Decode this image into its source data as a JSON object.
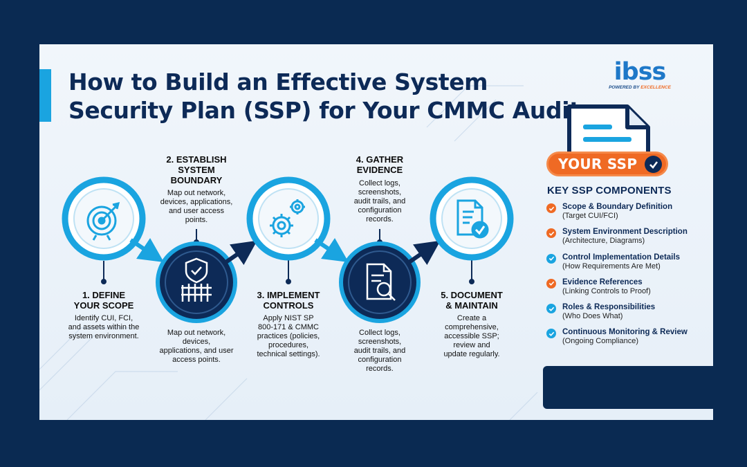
{
  "title": {
    "line1": "How to Build an Effective System",
    "line2": "Security Plan (SSP) for Your CMMC Audit"
  },
  "logo": {
    "word": "ibss",
    "tagline_prefix": "POWERED BY ",
    "tagline_emphasis": "EXCELLENCE"
  },
  "steps": [
    {
      "title_line1": "1. DEFINE",
      "title_line2": "YOUR SCOPE",
      "desc": [
        "Identify CUI, FCI,",
        "and assets within the",
        "system environment."
      ],
      "icon": "target-icon"
    },
    {
      "title_line1": "2. ESTABLISH",
      "title_line2": "SYSTEM",
      "title_line3": "BOUNDARY",
      "desc_top": [
        "Map out network,",
        "devices, applications,",
        "and user access",
        "points."
      ],
      "desc_bottom": [
        "Map out network,",
        "devices,",
        "applications, and user",
        "access points."
      ],
      "icon": "shield-fence-icon"
    },
    {
      "title_line1": "3. IMPLEMENT",
      "title_line2": "CONTROLS",
      "desc": [
        "Apply NIST SP",
        "800-171 & CMMC",
        "practices (policies,",
        "procedures,",
        "technical settings)."
      ],
      "icon": "gears-icon"
    },
    {
      "title_line1": "4. GATHER",
      "title_line2": "EVIDENCE",
      "desc_top": [
        "Collect logs,",
        "screenshots,",
        "audit trails, and",
        "configuration",
        "records."
      ],
      "desc_bottom": [
        "Collect logs,",
        "screenshots,",
        "audit trails, and",
        "configuration",
        "records."
      ],
      "icon": "document-search-icon"
    },
    {
      "title_line1": "5. DOCUMENT",
      "title_line2": "& MAINTAIN",
      "desc": [
        "Create a",
        "comprehensive,",
        "accessible SSP;",
        "review and",
        "update regularly."
      ],
      "icon": "document-check-icon"
    }
  ],
  "ssp_badge": {
    "label": "YOUR SSP"
  },
  "components": {
    "heading": "KEY SSP COMPONENTS",
    "items": [
      {
        "title": "Scope & Boundary Definition",
        "sub": "(Target CUI/FCI)",
        "color": "#ef6a24"
      },
      {
        "title": "System Environment Description",
        "sub": "(Architecture, Diagrams)",
        "color": "#ef6a24"
      },
      {
        "title": "Control Implementation Details",
        "sub": "(How Requirements Are Met)",
        "color": "#1aa4e0"
      },
      {
        "title": "Evidence References",
        "sub": "(Linking Controls to Proof)",
        "color": "#ef6a24"
      },
      {
        "title": "Roles & Responsibilities",
        "sub": "(Who Does What)",
        "color": "#1aa4e0"
      },
      {
        "title": "Continuous Monitoring & Review",
        "sub": "(Ongoing Compliance)",
        "color": "#1aa4e0"
      }
    ]
  },
  "colors": {
    "navy": "#0d2a57",
    "frame": "#0a2a52",
    "cyan": "#1aa4e0",
    "orange": "#ef6a24"
  }
}
